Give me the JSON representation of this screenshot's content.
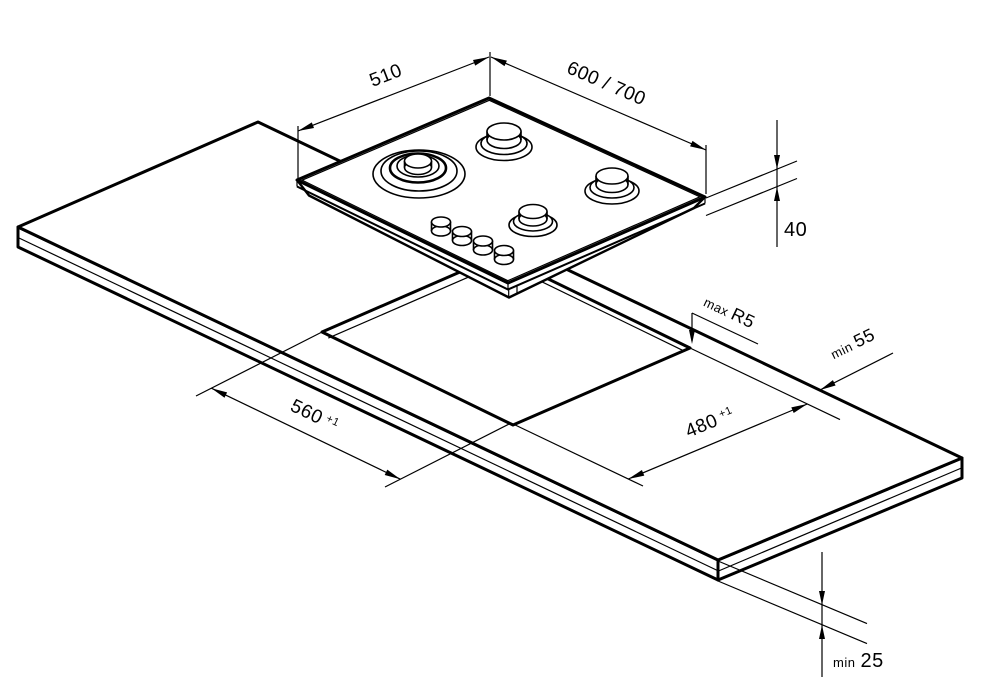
{
  "title": "Built-in gas hob installation diagram",
  "colors": {
    "line": "#000000",
    "background": "#ffffff"
  },
  "dimensions": {
    "hob_depth": {
      "value": "510"
    },
    "hob_width": {
      "value": "600 / 700"
    },
    "hob_height": {
      "value": "40"
    },
    "cutout_corner_radius": {
      "prefix": "max",
      "value": "R5"
    },
    "rear_clearance": {
      "prefix": "min",
      "value": "55"
    },
    "cutout_width": {
      "value": "560",
      "tolerance": "+1"
    },
    "cutout_depth": {
      "value": "480",
      "tolerance": "+1"
    },
    "worktop_thickness": {
      "prefix": "min",
      "value": "25"
    }
  }
}
